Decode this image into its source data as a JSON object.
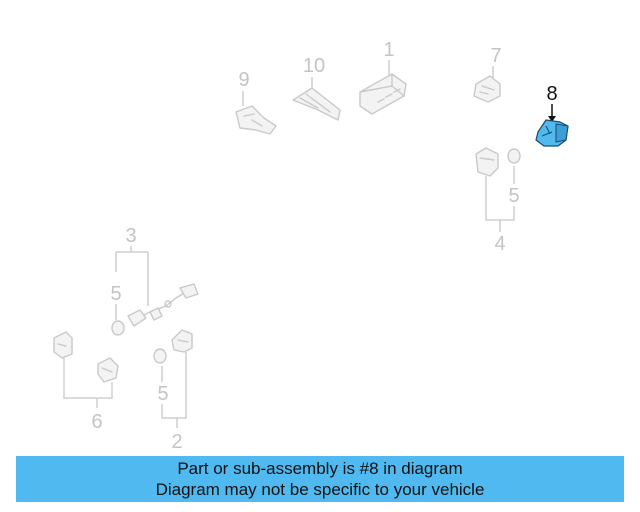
{
  "diagram": {
    "highlighted_part": "8",
    "highlight_color": "#4fb9f0",
    "callouts": {
      "p1": "1",
      "p2": "2",
      "p3": "3",
      "p4": "4",
      "p5a": "5",
      "p5b": "5",
      "p5c": "5",
      "p6": "6",
      "p7": "7",
      "p8": "8",
      "p9": "9",
      "p10": "10"
    }
  },
  "banner": {
    "line1": "Part or sub-assembly is #8 in diagram",
    "line2": "Diagram may not be specific to your vehicle",
    "background": "#4fb9f0"
  }
}
